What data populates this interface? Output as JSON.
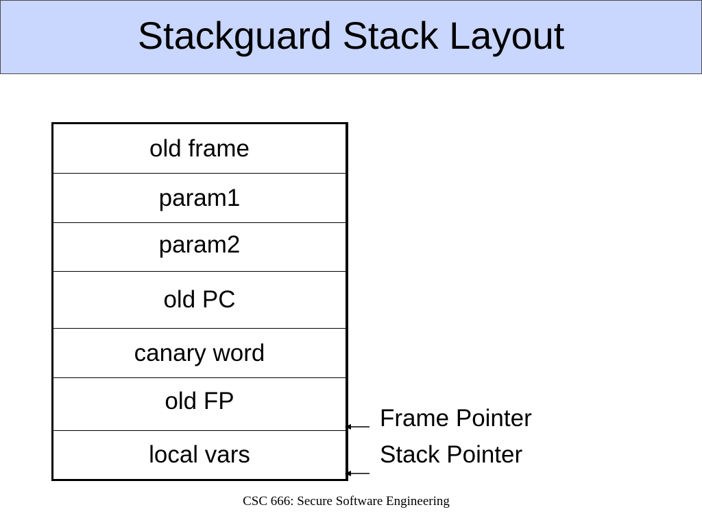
{
  "slide": {
    "title": "Stackguard Stack Layout",
    "footer": "CSC 666: Secure Software Engineering",
    "title_background": "#c9d6fd"
  },
  "stack": {
    "cells": [
      {
        "label": "old frame"
      },
      {
        "label": "param1"
      },
      {
        "label": "param2"
      },
      {
        "label": "old PC"
      },
      {
        "label": "canary word"
      },
      {
        "label": "old FP"
      },
      {
        "label": "local vars"
      }
    ]
  },
  "pointers": {
    "frame": {
      "label": "Frame Pointer"
    },
    "stack": {
      "label": "Stack Pointer"
    }
  }
}
